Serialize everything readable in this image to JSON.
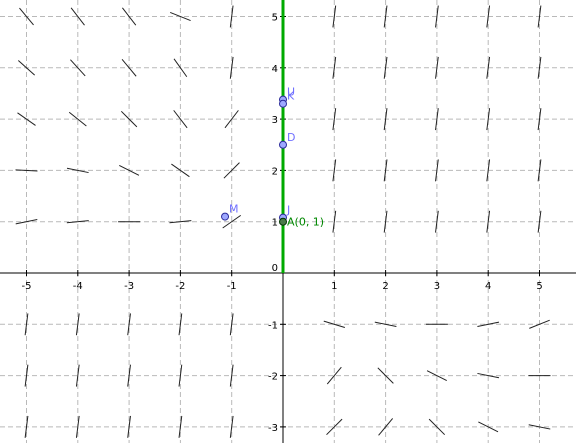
{
  "graph": {
    "x_range": [
      -5.5,
      5.5
    ],
    "y_range": [
      -3.2,
      5.5
    ],
    "x_tick_labels": [
      "-5",
      "-4",
      "-3",
      "-2",
      "-1",
      "1",
      "2",
      "3",
      "4",
      "5"
    ],
    "y_tick_labels": [
      "-3",
      "-2",
      "-1",
      "1",
      "2",
      "3",
      "4",
      "5"
    ],
    "origin_label": "0",
    "colors": {
      "grid": "#b9b9b9",
      "axis": "#000000",
      "slope": "#222222",
      "curve": "#00aa00",
      "point": "#6f6fff",
      "point_fill": "#9ea8ff",
      "anchor_label": "#008800"
    }
  },
  "slope_field": {
    "x": [
      -5,
      -4,
      -3,
      -2,
      -1,
      1,
      2,
      3,
      4,
      5
    ],
    "y": [
      5,
      4,
      3,
      2,
      1,
      -1,
      -2,
      -3
    ],
    "slopes": [
      [
        -1.2,
        -1.3,
        -1.3,
        -0.4,
        8,
        8,
        8,
        8,
        8,
        8
      ],
      [
        -0.9,
        -1.1,
        -1.2,
        -1.4,
        8,
        8,
        8,
        8,
        8,
        8
      ],
      [
        -0.7,
        -0.8,
        -1.0,
        -1.3,
        1.3,
        8,
        8,
        8,
        8,
        8
      ],
      [
        -0.05,
        -0.2,
        -0.5,
        -0.7,
        1.0,
        8,
        8,
        8,
        8,
        8
      ],
      [
        0.2,
        0.1,
        0.0,
        0.1,
        0.7,
        8,
        8,
        8,
        8,
        8
      ],
      [
        8,
        8,
        8,
        8,
        8,
        -0.3,
        -0.2,
        0.0,
        0.2,
        0.4
      ],
      [
        8,
        8,
        8,
        8,
        8,
        1.2,
        -1.0,
        -0.5,
        -0.2,
        0.0
      ],
      [
        8,
        8,
        8,
        8,
        8,
        1.0,
        1.2,
        -1.0,
        -0.5,
        -0.2
      ]
    ]
  },
  "curve": {
    "x": 0,
    "y_from": 0,
    "y_to": 5.5
  },
  "points": [
    {
      "name": "U",
      "label": "U",
      "x": 0.0,
      "y": 3.38
    },
    {
      "name": "K",
      "label": "K",
      "x": 0.0,
      "y": 3.3
    },
    {
      "name": "D",
      "label": "D",
      "x": 0.0,
      "y": 2.5
    },
    {
      "name": "J",
      "label": "J",
      "x": 0.0,
      "y": 1.08
    },
    {
      "name": "M",
      "label": "M",
      "x": -1.13,
      "y": 1.1
    }
  ],
  "anchor_point": {
    "name": "A",
    "label": "A(0, 1)",
    "x": 0,
    "y": 1
  }
}
